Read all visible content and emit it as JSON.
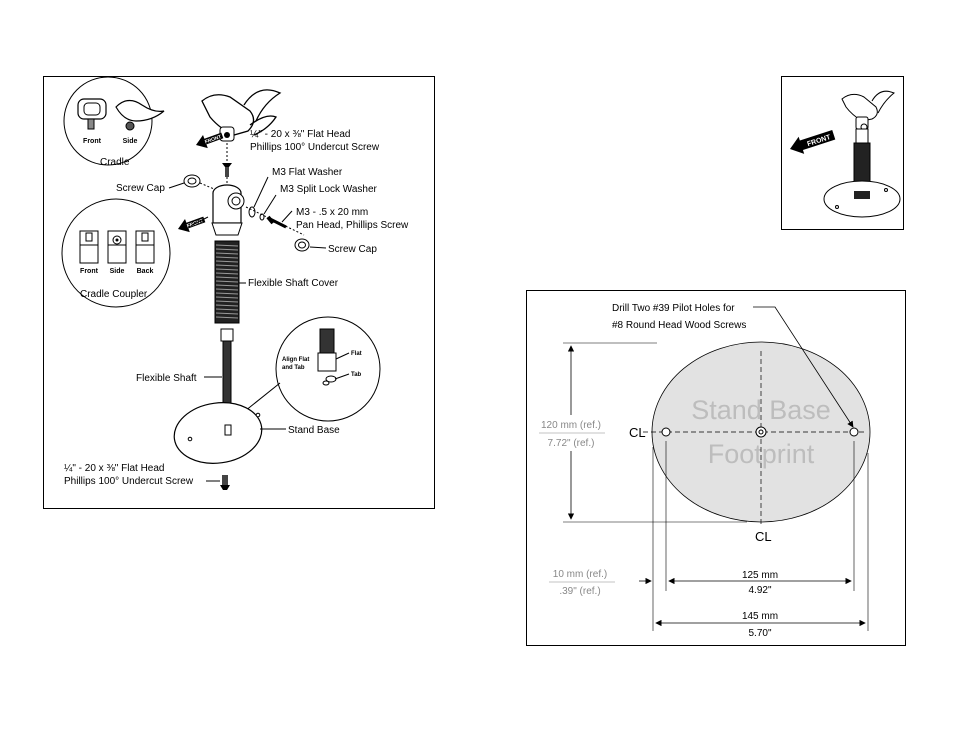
{
  "exploded_view": {
    "cradle": {
      "label": "Cradle",
      "front": "Front",
      "side": "Side"
    },
    "front_arrow": "FRONT",
    "top_screw": {
      "line1": "¼\" - 20 x ⅜\" Flat Head",
      "line2": "Phillips 100° Undercut Screw"
    },
    "m3_flat_washer": "M3 Flat Washer",
    "m3_split_lock_washer": "M3 Split Lock Washer",
    "m3_screw": {
      "line1": "M3 - .5 x 20 mm",
      "line2": "Pan Head, Phillips Screw"
    },
    "screw_cap_left": "Screw Cap",
    "screw_cap_right": "Screw Cap",
    "cradle_coupler": {
      "label": "Cradle Coupler",
      "front": "Front",
      "side": "Side",
      "back": "Back"
    },
    "flexible_shaft_cover": "Flexible Shaft Cover",
    "flexible_shaft": "Flexible Shaft",
    "align_detail": {
      "line1": "Align Flat",
      "line2": "and Tab",
      "flat": "Flat",
      "tab": "Tab"
    },
    "stand_base": "Stand Base",
    "bottom_screw": {
      "line1": "¼\" - 20 x ⅜\" Flat Head",
      "line2": "Phillips 100° Undercut Screw"
    }
  },
  "assembled_view": {
    "front_arrow": "FRONT"
  },
  "footprint": {
    "note_line1": "Drill Two #39 Pilot Holes for",
    "note_line2": "#8 Round Head Wood Screws",
    "footprint_line1": "Stand Base",
    "footprint_line2": "Footprint",
    "centerline": "CL",
    "height_mm": "120 mm (ref.)",
    "height_in": "7.72\" (ref.)",
    "offset_mm": "10 mm (ref.)",
    "offset_in": ".39\" (ref.)",
    "hole_span_mm": "125 mm",
    "hole_span_in": "4.92\"",
    "width_mm": "145 mm",
    "width_in": "5.70\""
  }
}
